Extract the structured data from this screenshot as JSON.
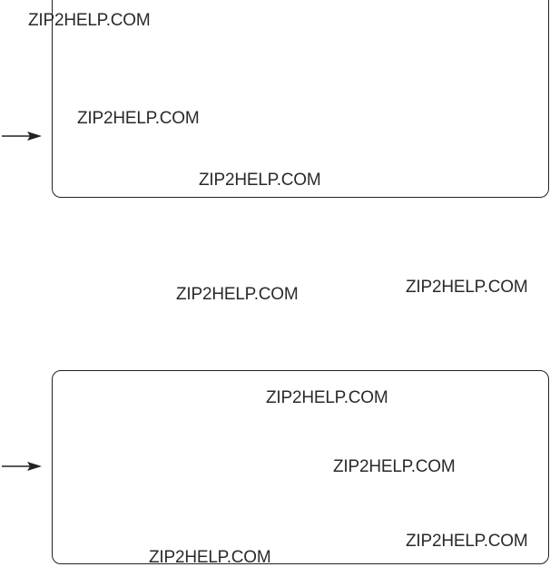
{
  "watermarks": [
    "ZIP2HELP.COM",
    "ZIP2HELP.COM",
    "ZIP2HELP.COM",
    "ZIP2HELP.COM",
    "ZIP2HELP.COM",
    "ZIP2HELP.COM",
    "ZIP2HELP.COM",
    "ZIP2HELP.COM",
    "ZIP2HELP.COM"
  ],
  "icons": {
    "pointer": "arrow-right-icon"
  },
  "colors": {
    "line": "#222222",
    "text": "#2a2a2a",
    "background": "#ffffff"
  }
}
